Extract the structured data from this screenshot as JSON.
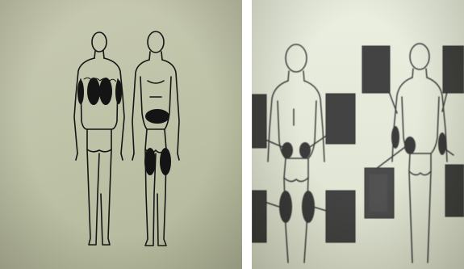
{
  "images": [
    {
      "name": "left-photo",
      "depicts": [
        "back-view-figure",
        "front-view-figure"
      ],
      "colors": {
        "paper": "#c4c8ad",
        "ink": "#111111"
      }
    },
    {
      "name": "right-photo",
      "depicts": [
        "front-view-figure-legend",
        "front-view-figure-legend"
      ],
      "colors": {
        "paper": "#e2e7d4",
        "ink": "#1a1a1a"
      }
    }
  ]
}
